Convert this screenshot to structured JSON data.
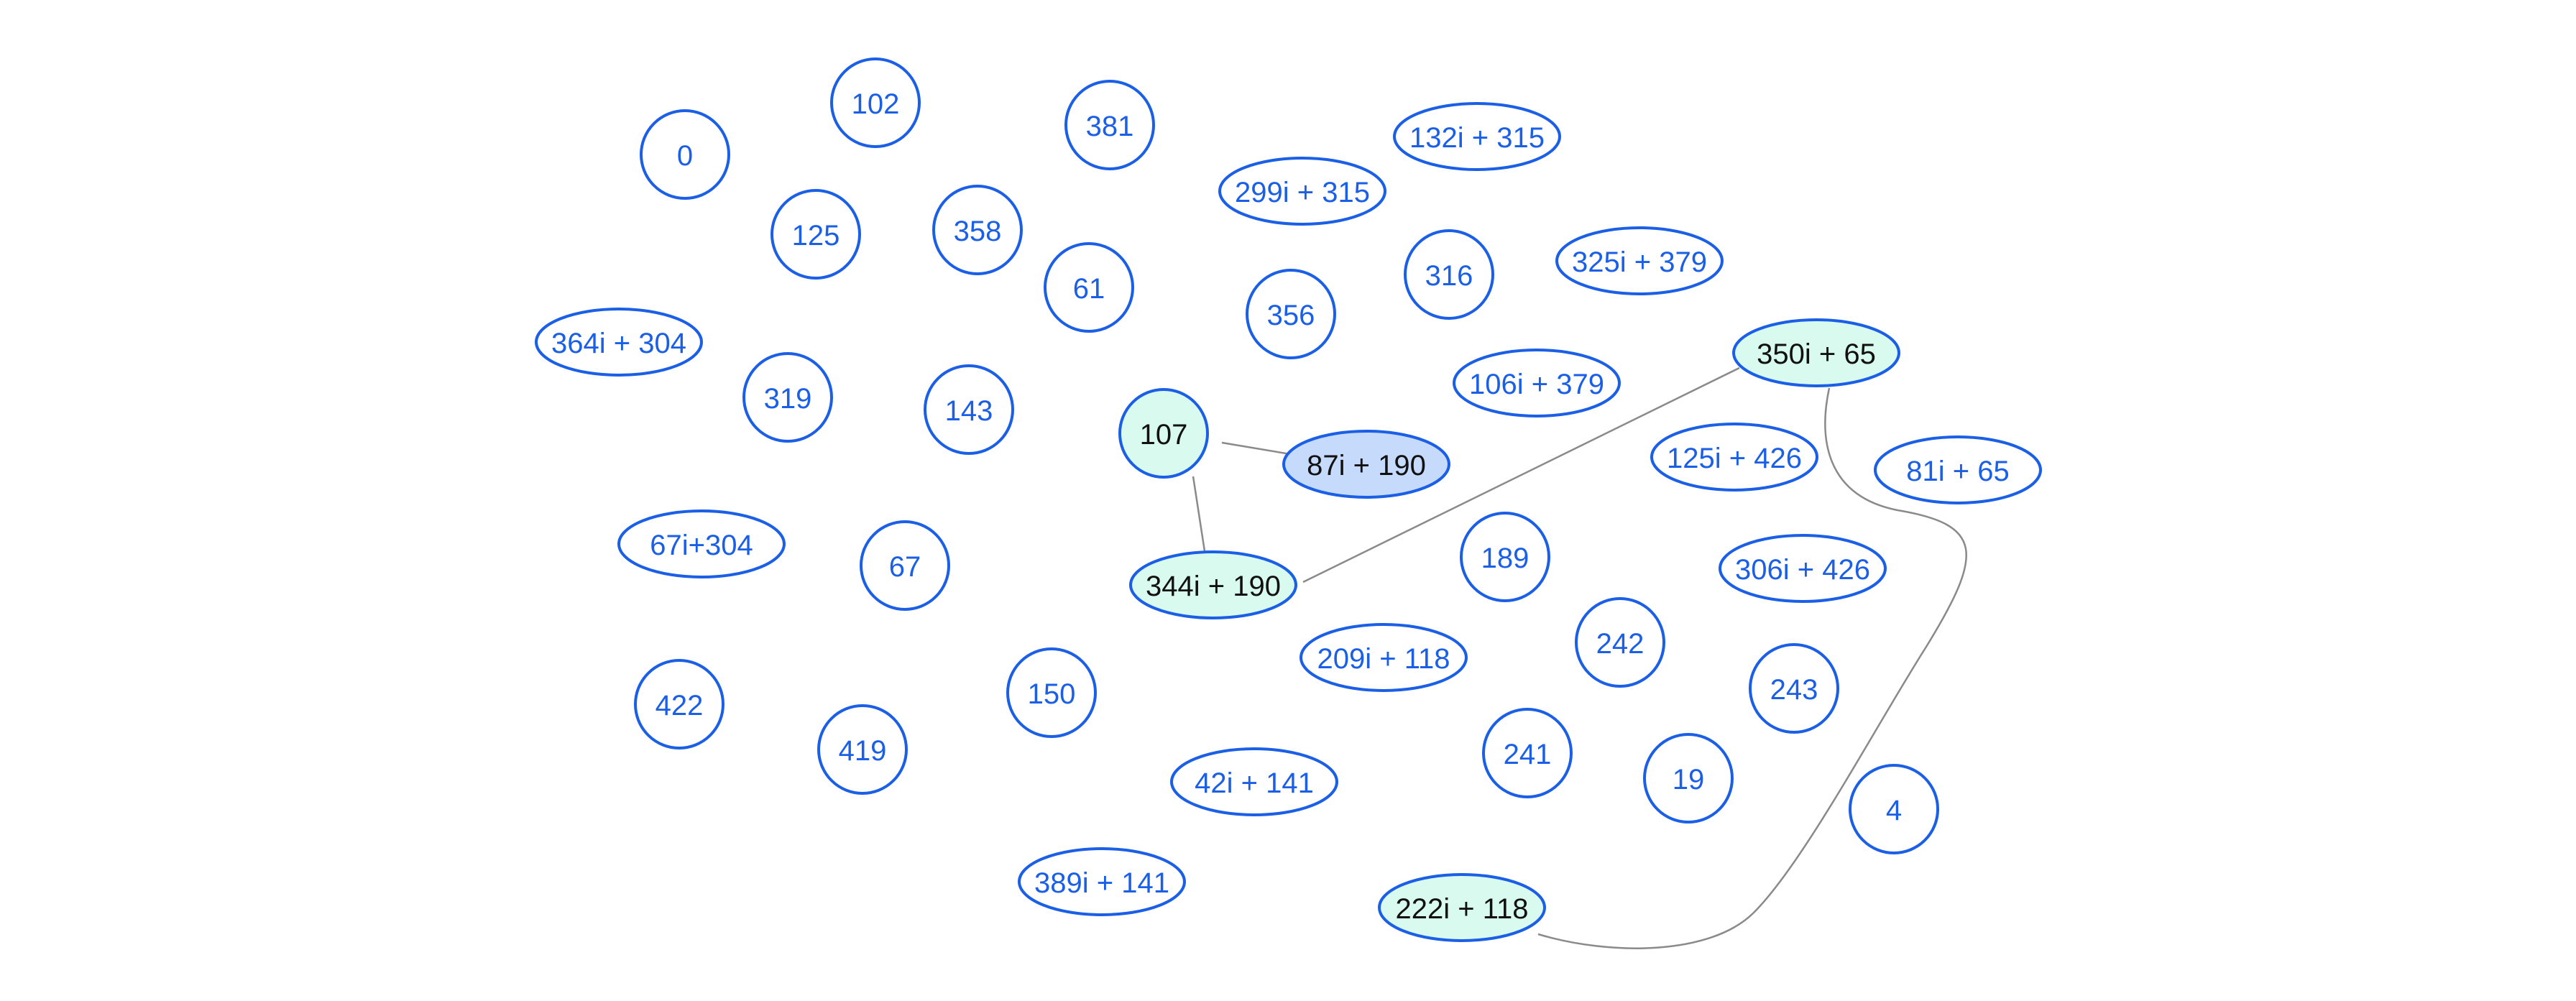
{
  "colors": {
    "background": "#ffffff",
    "node_stroke": "#1a5fe6",
    "node_fill_default": "#ffffff",
    "node_fill_highlight": "#d9fbef",
    "node_fill_selected": "#c6dafc",
    "label_default": "#1a5fe6",
    "label_highlight": "#111111",
    "edge": "#8a8a8a"
  },
  "nodes": [
    {
      "id": "n0",
      "label": "0",
      "state": "default"
    },
    {
      "id": "n102",
      "label": "102",
      "state": "default"
    },
    {
      "id": "n381",
      "label": "381",
      "state": "default"
    },
    {
      "id": "n132i315",
      "label": "132i + 315",
      "state": "default"
    },
    {
      "id": "n299i315",
      "label": "299i + 315",
      "state": "default"
    },
    {
      "id": "n125",
      "label": "125",
      "state": "default"
    },
    {
      "id": "n358",
      "label": "358",
      "state": "default"
    },
    {
      "id": "n61",
      "label": "61",
      "state": "default"
    },
    {
      "id": "n356",
      "label": "356",
      "state": "default"
    },
    {
      "id": "n316",
      "label": "316",
      "state": "default"
    },
    {
      "id": "n325i379",
      "label": "325i + 379",
      "state": "default"
    },
    {
      "id": "n364i304",
      "label": "364i + 304",
      "state": "default"
    },
    {
      "id": "n319",
      "label": "319",
      "state": "default"
    },
    {
      "id": "n143",
      "label": "143",
      "state": "default"
    },
    {
      "id": "n107",
      "label": "107",
      "state": "highlight"
    },
    {
      "id": "n87i190",
      "label": "87i + 190",
      "state": "selected"
    },
    {
      "id": "n106i379",
      "label": "106i + 379",
      "state": "default"
    },
    {
      "id": "n350i65",
      "label": "350i + 65",
      "state": "highlight"
    },
    {
      "id": "n125i426",
      "label": "125i + 426",
      "state": "default"
    },
    {
      "id": "n81i65",
      "label": "81i + 65",
      "state": "default"
    },
    {
      "id": "n67i304",
      "label": "67i+304",
      "state": "default"
    },
    {
      "id": "n67",
      "label": "67",
      "state": "default"
    },
    {
      "id": "n344i190",
      "label": "344i + 190",
      "state": "highlight"
    },
    {
      "id": "n189",
      "label": "189",
      "state": "default"
    },
    {
      "id": "n306i426",
      "label": "306i + 426",
      "state": "default"
    },
    {
      "id": "n422",
      "label": "422",
      "state": "default"
    },
    {
      "id": "n419",
      "label": "419",
      "state": "default"
    },
    {
      "id": "n150",
      "label": "150",
      "state": "default"
    },
    {
      "id": "n209i118",
      "label": "209i + 118",
      "state": "default"
    },
    {
      "id": "n242",
      "label": "242",
      "state": "default"
    },
    {
      "id": "n243",
      "label": "243",
      "state": "default"
    },
    {
      "id": "n42i141",
      "label": "42i + 141",
      "state": "default"
    },
    {
      "id": "n241",
      "label": "241",
      "state": "default"
    },
    {
      "id": "n19",
      "label": "19",
      "state": "default"
    },
    {
      "id": "n4",
      "label": "4",
      "state": "default"
    },
    {
      "id": "n389i141",
      "label": "389i + 141",
      "state": "default"
    },
    {
      "id": "n222i118",
      "label": "222i + 118",
      "state": "highlight"
    }
  ],
  "edges": [
    {
      "from": "n107",
      "to": "n87i190"
    },
    {
      "from": "n107",
      "to": "n344i190"
    },
    {
      "from": "n344i190",
      "to": "n350i65"
    },
    {
      "from": "n350i65",
      "to": "n222i118"
    }
  ]
}
